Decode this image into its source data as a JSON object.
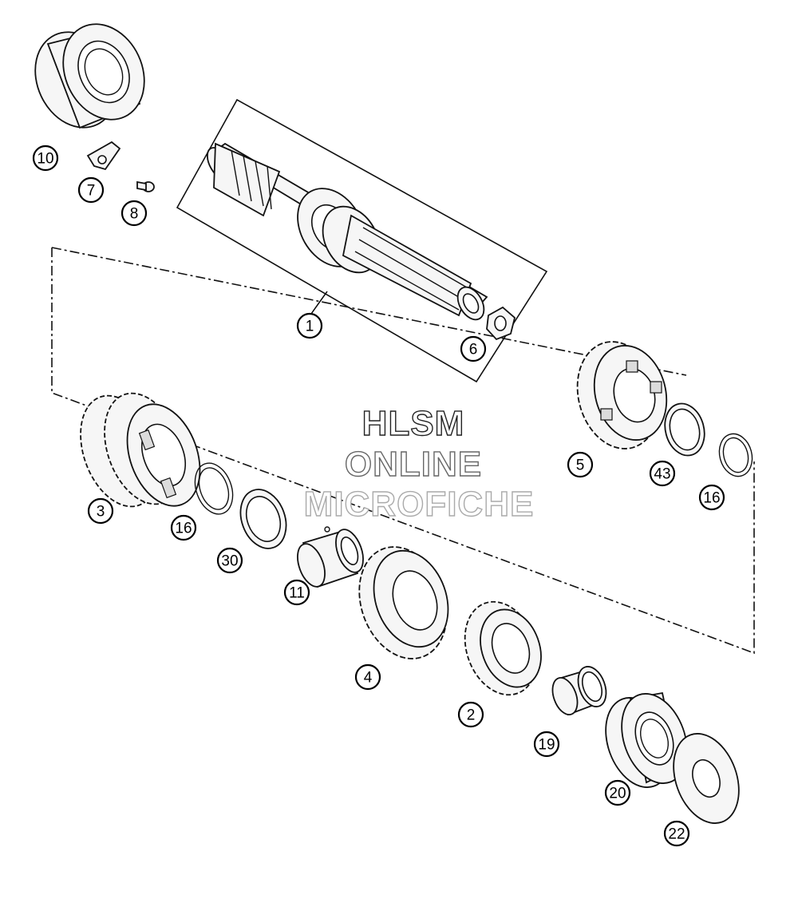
{
  "watermark": {
    "line1": "HLSM",
    "line2": "ONLINE",
    "line3": "MICROFICHE"
  },
  "callouts": [
    {
      "id": "main-shaft",
      "label": "1"
    },
    {
      "id": "circlip-6",
      "label": "6"
    },
    {
      "id": "bearing-10",
      "label": "10"
    },
    {
      "id": "locking-plate-7",
      "label": "7"
    },
    {
      "id": "screw-8",
      "label": "8"
    },
    {
      "id": "double-gear-3",
      "label": "3"
    },
    {
      "id": "snap-ring-16a",
      "label": "16"
    },
    {
      "id": "washer-30",
      "label": "30"
    },
    {
      "id": "needle-bushing-11",
      "label": "11"
    },
    {
      "id": "gear-4",
      "label": "4"
    },
    {
      "id": "gear-2",
      "label": "2"
    },
    {
      "id": "bushing-19",
      "label": "19"
    },
    {
      "id": "bearing-20",
      "label": "20"
    },
    {
      "id": "shim-22",
      "label": "22"
    },
    {
      "id": "gear-5",
      "label": "5"
    },
    {
      "id": "washer-43",
      "label": "43"
    },
    {
      "id": "snap-ring-16b",
      "label": "16"
    }
  ]
}
